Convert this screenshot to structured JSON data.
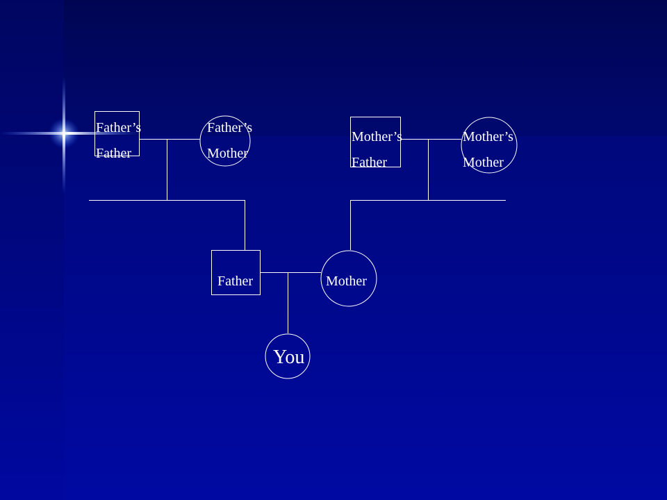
{
  "pedigree": {
    "paternal_grandfather": {
      "line1": "Father’s",
      "line2": "Father"
    },
    "paternal_grandmother": {
      "line1": "Father’s",
      "line2": "Mother"
    },
    "maternal_grandfather": {
      "line1": "Mother’s",
      "line2": "Father"
    },
    "maternal_grandmother": {
      "line1": "Mother’s",
      "line2": "Mother"
    },
    "father": {
      "label": "Father"
    },
    "mother": {
      "label": "Mother"
    },
    "you": {
      "label": "You"
    }
  },
  "colors": {
    "line": "#ffffff",
    "text": "#ffffff",
    "background": "#000a90"
  }
}
